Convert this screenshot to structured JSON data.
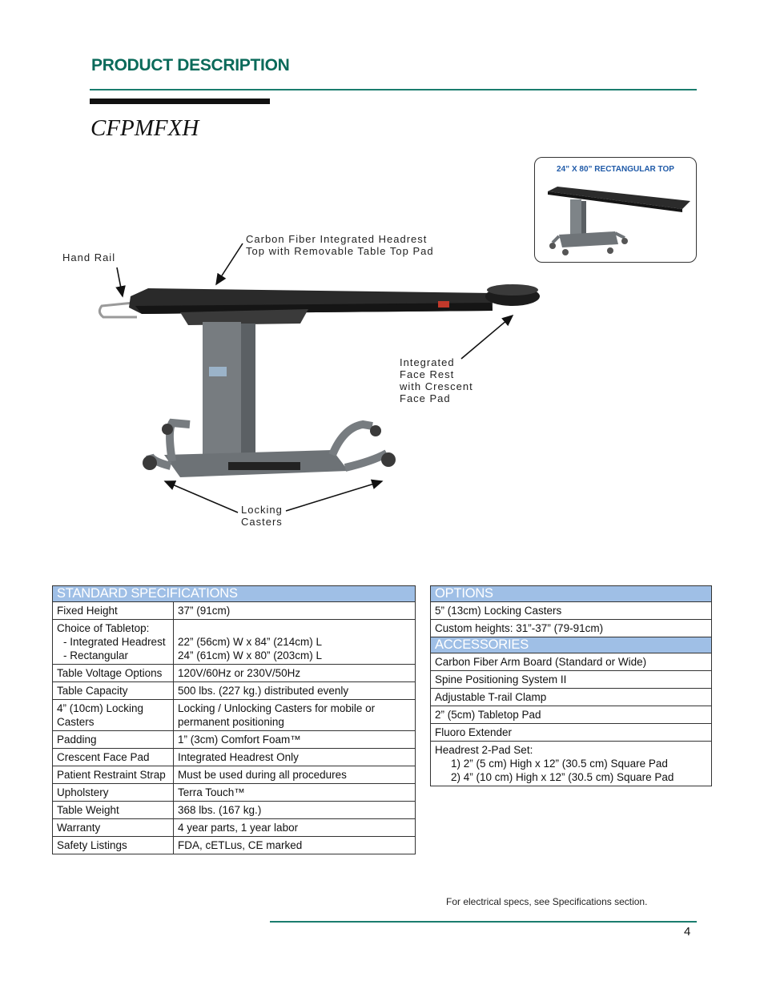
{
  "header": {
    "section_title": "PRODUCT DESCRIPTION",
    "model": "CFPMFXH"
  },
  "inset": {
    "label": "24” X 80” RECTANGULAR TOP"
  },
  "callouts": {
    "hand_rail": "Hand Rail",
    "headrest_top": "Carbon Fiber Integrated Headrest\nTop with Removable Table Top Pad",
    "face_rest": "Integrated\nFace Rest\nwith Crescent\nFace Pad",
    "casters": "Locking\nCasters"
  },
  "standard_specs": {
    "title": "STANDARD SPECIFICATIONS",
    "rows": [
      {
        "label": "Fixed Height",
        "value": "37” (91cm)"
      },
      {
        "label": "Choice of Tabletop:",
        "sub1": "- Integrated Headrest",
        "sub2": "- Rectangular",
        "val1": "22” (56cm) W x 84” (214cm) L",
        "val2": "24” (61cm) W x 80” (203cm) L"
      },
      {
        "label": "Table Voltage Options",
        "value": "120V/60Hz or 230V/50Hz"
      },
      {
        "label": "Table Capacity",
        "value": "500 lbs. (227 kg.) distributed evenly"
      },
      {
        "label": "4” (10cm) Locking Casters",
        "value": "Locking / Unlocking Casters for mobile or permanent positioning"
      },
      {
        "label": "Padding",
        "value": "1” (3cm) Comfort Foam™"
      },
      {
        "label": "Crescent Face Pad",
        "value": "Integrated Headrest Only"
      },
      {
        "label": "Patient Restraint Strap",
        "value": "Must be used during all procedures"
      },
      {
        "label": "Upholstery",
        "value": "Terra Touch™"
      },
      {
        "label": "Table Weight",
        "value": "368 lbs. (167 kg.)"
      },
      {
        "label": "Warranty",
        "value": "4 year parts, 1 year labor"
      },
      {
        "label": "Safety Listings",
        "value": "FDA, cETLus, CE marked"
      }
    ]
  },
  "options": {
    "title": "OPTIONS",
    "items": [
      "5” (13cm) Locking Casters",
      "Custom heights: 31”-37” (79-91cm)"
    ]
  },
  "accessories": {
    "title": "ACCESSORIES",
    "items": [
      "Carbon Fiber Arm Board (Standard or Wide)",
      "Spine Positioning System II",
      "Adjustable T-rail Clamp",
      "2” (5cm) Tabletop Pad",
      "Fluoro Extender"
    ],
    "headrest_set": {
      "title": "Headrest 2-Pad Set:",
      "line1": "1) 2” (5 cm) High x 12” (30.5 cm) Square Pad",
      "line2": "2) 4” (10 cm) High x 12” (30.5 cm) Square Pad"
    }
  },
  "footer": {
    "note": "For electrical specs, see Specifications section.",
    "page": "4"
  }
}
